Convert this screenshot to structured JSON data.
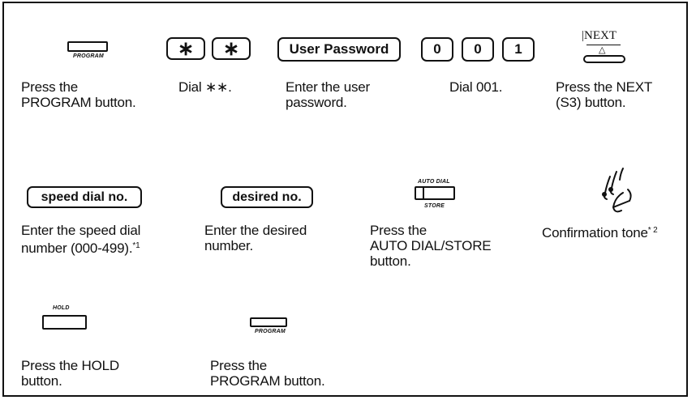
{
  "row1": {
    "program_label": "PROGRAM",
    "star_key": "∗",
    "user_password_key": "User Password",
    "digit_0": "0",
    "digit_1": "1",
    "next_label": "|NEXT",
    "next_arrow": "△",
    "cap_program_1": "Press the",
    "cap_program_2": "PROGRAM button.",
    "cap_dial_stars": "Dial ∗∗.",
    "cap_password_1": "Enter the user",
    "cap_password_2": "password.",
    "cap_dial_001": "Dial 001.",
    "cap_next_1": "Press the NEXT",
    "cap_next_2": "(S3) button."
  },
  "row2": {
    "speed_dial_key": "speed dial no.",
    "desired_key": "desired no.",
    "auto_dial_label": "AUTO DIAL",
    "store_label": "STORE",
    "cap_speed_1": "Enter the speed dial",
    "cap_speed_2": "number (000-499).",
    "cap_speed_note": "*1",
    "cap_desired_1": "Enter the desired",
    "cap_desired_2": "number.",
    "cap_auto_1": "Press the",
    "cap_auto_2": "AUTO DIAL/STORE",
    "cap_auto_3": "button.",
    "cap_tone": "Confirmation tone",
    "cap_tone_note": "* 2"
  },
  "row3": {
    "hold_label": "HOLD",
    "program_label": "PROGRAM",
    "cap_hold_1": "Press the HOLD",
    "cap_hold_2": "button.",
    "cap_program_1": "Press the",
    "cap_program_2": "PROGRAM button."
  }
}
